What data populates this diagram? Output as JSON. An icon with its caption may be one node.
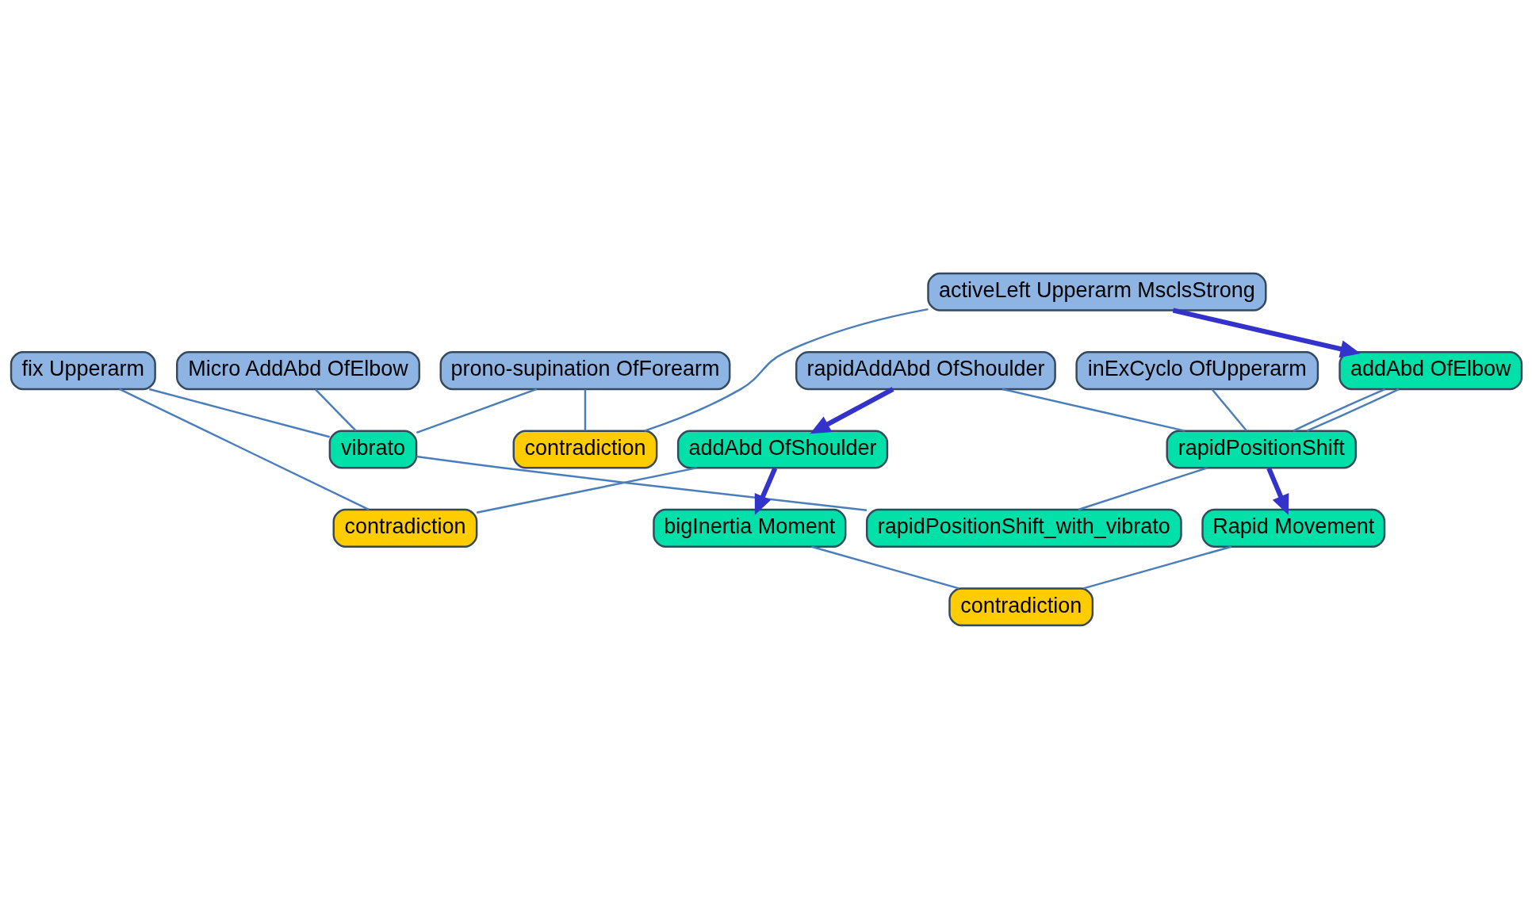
{
  "diagram": {
    "nodes": [
      {
        "text": [
          "contradiction"
        ]
      },
      {
        "text": [
          "rapidPositionShift_with_vibrato"
        ]
      },
      {
        "text": [
          "Rapid Movement"
        ]
      },
      {
        "text": [
          "rapidPositionShift"
        ]
      },
      {
        "text": [
          "vibrato"
        ]
      },
      {
        "text": [
          "bigInertia Moment"
        ]
      },
      {
        "text": [
          "rapidAddAbd OfShoulder"
        ]
      },
      {
        "text": [
          "addAbd OfElbow"
        ]
      },
      {
        "text": [
          "inExCyclo OfUpperarm"
        ]
      },
      {
        "text": [
          "prono-supination OfForearm"
        ]
      },
      {
        "text": [
          "fix Upperarm"
        ]
      },
      {
        "text": [
          "Micro AddAbd OfElbow"
        ]
      },
      {
        "text": [
          "activeLeft Upperarm MsclsStrong"
        ]
      },
      {
        "text": [
          "addAbd OfShoulder"
        ]
      },
      {
        "text": [
          "contradiction"
        ]
      },
      {
        "text": [
          "contradiction"
        ]
      }
    ],
    "edges": [
      {
        "from": 2,
        "to": 0,
        "arrow": "none"
      },
      {
        "from": 5,
        "to": 0,
        "arrow": "none"
      },
      {
        "from": 3,
        "to": 1,
        "arrow": "none"
      },
      {
        "from": 4,
        "to": 1,
        "arrow": "none"
      },
      {
        "from": 6,
        "to": 3,
        "arrow": "none"
      },
      {
        "from": 7,
        "to": 3,
        "arrow": "none"
      },
      {
        "from": 7,
        "to": 3,
        "arrow": "none"
      },
      {
        "from": 8,
        "to": 3,
        "arrow": "none"
      },
      {
        "from": 9,
        "to": 4,
        "arrow": "none"
      },
      {
        "from": 10,
        "to": 4,
        "arrow": "none"
      },
      {
        "from": 11,
        "to": 4,
        "arrow": "none"
      },
      {
        "from": 12,
        "to": 14,
        "arrow": "none"
      },
      {
        "from": 9,
        "to": 14,
        "arrow": "none"
      },
      {
        "from": 13,
        "to": 15,
        "arrow": "none"
      },
      {
        "from": 10,
        "to": 15,
        "arrow": "none"
      },
      {
        "from": 3,
        "to": 2,
        "arrow": "to",
        "style": "thick",
        "color": "#3333cc"
      },
      {
        "from": 13,
        "to": 5,
        "arrow": "to",
        "style": "thick",
        "color": "#3333cc"
      },
      {
        "from": 6,
        "to": 13,
        "arrow": "to",
        "style": "thick",
        "color": "#3333cc"
      },
      {
        "from": 12,
        "to": 7,
        "arrow": "to",
        "style": "thick",
        "color": "#3333cc"
      }
    ]
  }
}
